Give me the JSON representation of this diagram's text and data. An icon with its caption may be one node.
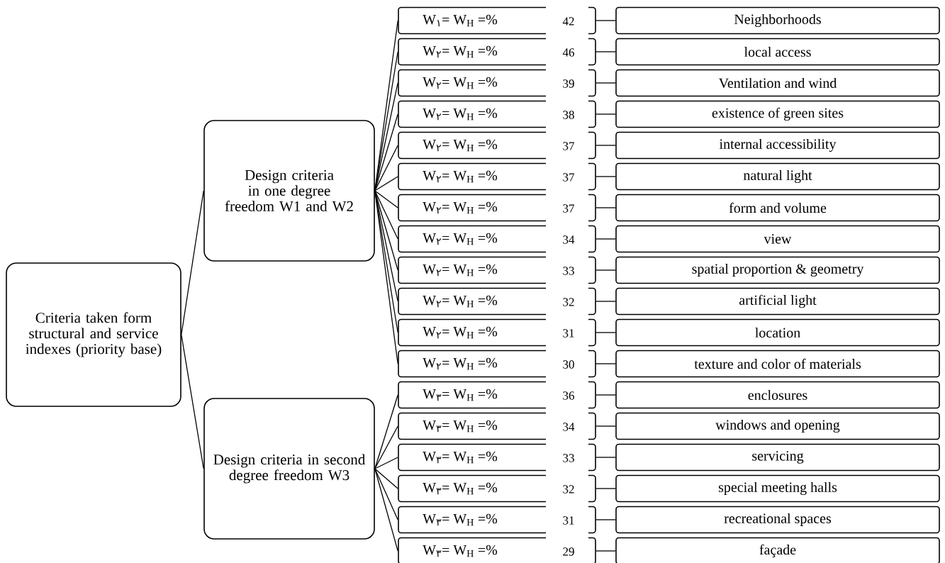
{
  "diagram": {
    "nodes": [
      {
        "text": [
          "Criteria taken form structural and service indexes (priority base)"
        ]
      },
      {
        "text": [
          "Design criteria  in one degree freedom W1 and W2"
        ]
      },
      {
        "text": [
          "Design criteria in second degree freedom W3"
        ]
      },
      {
        "text": [
          "W$_{١}$= W$_{H}$ =%",
          "42"
        ]
      },
      {
        "text": [
          "Neighborhoods"
        ]
      },
      {
        "text": [
          "W$_{٢}$= W$_{H}$ =%",
          "46"
        ]
      },
      {
        "text": [
          "local access"
        ]
      },
      {
        "text": [
          "W$_{٢}$= W$_{H}$ =%",
          "39"
        ]
      },
      {
        "text": [
          "Ventilation and wind"
        ]
      },
      {
        "text": [
          "W$_{٢}$= W$_{H}$ =%",
          "38"
        ]
      },
      {
        "text": [
          "existence of green sites"
        ]
      },
      {
        "text": [
          "W$_{٢}$= W$_{H}$ =%",
          "37"
        ]
      },
      {
        "text": [
          "internal accessibility"
        ]
      },
      {
        "text": [
          "W$_{٢}$= W$_{H}$ =%",
          "37"
        ]
      },
      {
        "text": [
          "natural light"
        ]
      },
      {
        "text": [
          "W$_{٢}$= W$_{H}$ =%",
          "37"
        ]
      },
      {
        "text": [
          "form and volume"
        ]
      },
      {
        "text": [
          "W$_{٢}$= W$_{H}$ =%",
          "34"
        ]
      },
      {
        "text": [
          "view"
        ]
      },
      {
        "text": [
          "W$_{٢}$= W$_{H}$ =%",
          "33"
        ]
      },
      {
        "text": [
          "spatial proportion & geometry"
        ]
      },
      {
        "text": [
          "W$_{٢}$= W$_{H}$ =%",
          "32"
        ]
      },
      {
        "text": [
          "artificial light"
        ]
      },
      {
        "text": [
          "W$_{٢}$= W$_{H}$ =%",
          "31"
        ]
      },
      {
        "text": [
          "location"
        ]
      },
      {
        "text": [
          "W$_{٢}$= W$_{H}$ =%",
          "30"
        ]
      },
      {
        "text": [
          "texture and color of materials"
        ]
      },
      {
        "text": [
          "W$_{٣}$= W$_{H}$ =%",
          "36"
        ]
      },
      {
        "text": [
          "enclosures"
        ]
      },
      {
        "text": [
          "W$_{٣}$= W$_{H}$ =%",
          "34"
        ]
      },
      {
        "text": [
          "windows and opening"
        ]
      },
      {
        "text": [
          "W$_{٣}$= W$_{H}$ =%",
          "33"
        ]
      },
      {
        "text": [
          "servicing"
        ]
      },
      {
        "text": [
          "W$_{٣}$= W$_{H}$ =%",
          "32"
        ]
      },
      {
        "text": [
          "special meeting halls"
        ]
      },
      {
        "text": [
          "W$_{٣}$= W$_{H}$ =%",
          "31"
        ]
      },
      {
        "text": [
          "recreational spaces"
        ]
      },
      {
        "text": [
          "W$_{٣}$= W$_{H}$ =%",
          "29"
        ]
      },
      {
        "text": [
          "façade"
        ]
      }
    ],
    "edges": [
      {
        "from": 0,
        "to": 1,
        "arrow": "none"
      },
      {
        "from": 0,
        "to": 2,
        "arrow": "none"
      },
      {
        "from": 1,
        "to": 3,
        "arrow": "none"
      },
      {
        "from": 3,
        "to": 4,
        "arrow": "none"
      },
      {
        "from": 1,
        "to": 5,
        "arrow": "none"
      },
      {
        "from": 5,
        "to": 6,
        "arrow": "none"
      },
      {
        "from": 1,
        "to": 7,
        "arrow": "none"
      },
      {
        "from": 7,
        "to": 8,
        "arrow": "none"
      },
      {
        "from": 1,
        "to": 9,
        "arrow": "none"
      },
      {
        "from": 9,
        "to": 10,
        "arrow": "none"
      },
      {
        "from": 1,
        "to": 11,
        "arrow": "none"
      },
      {
        "from": 11,
        "to": 12,
        "arrow": "none"
      },
      {
        "from": 1,
        "to": 13,
        "arrow": "none"
      },
      {
        "from": 13,
        "to": 14,
        "arrow": "none"
      },
      {
        "from": 1,
        "to": 15,
        "arrow": "none"
      },
      {
        "from": 15,
        "to": 16,
        "arrow": "none"
      },
      {
        "from": 1,
        "to": 17,
        "arrow": "none"
      },
      {
        "from": 17,
        "to": 18,
        "arrow": "none"
      },
      {
        "from": 1,
        "to": 19,
        "arrow": "none"
      },
      {
        "from": 19,
        "to": 20,
        "arrow": "none"
      },
      {
        "from": 1,
        "to": 21,
        "arrow": "none"
      },
      {
        "from": 21,
        "to": 22,
        "arrow": "none"
      },
      {
        "from": 1,
        "to": 23,
        "arrow": "none"
      },
      {
        "from": 23,
        "to": 24,
        "arrow": "none"
      },
      {
        "from": 1,
        "to": 25,
        "arrow": "none"
      },
      {
        "from": 25,
        "to": 26,
        "arrow": "none"
      },
      {
        "from": 2,
        "to": 27,
        "arrow": "none"
      },
      {
        "from": 27,
        "to": 28,
        "arrow": "none"
      },
      {
        "from": 2,
        "to": 29,
        "arrow": "none"
      },
      {
        "from": 29,
        "to": 30,
        "arrow": "none"
      },
      {
        "from": 2,
        "to": 31,
        "arrow": "none"
      },
      {
        "from": 31,
        "to": 32,
        "arrow": "none"
      },
      {
        "from": 2,
        "to": 33,
        "arrow": "none"
      },
      {
        "from": 33,
        "to": 34,
        "arrow": "none"
      },
      {
        "from": 2,
        "to": 35,
        "arrow": "none"
      },
      {
        "from": 35,
        "to": 36,
        "arrow": "none"
      },
      {
        "from": 2,
        "to": 37,
        "arrow": "none"
      },
      {
        "from": 37,
        "to": 38,
        "arrow": "none"
      }
    ]
  }
}
